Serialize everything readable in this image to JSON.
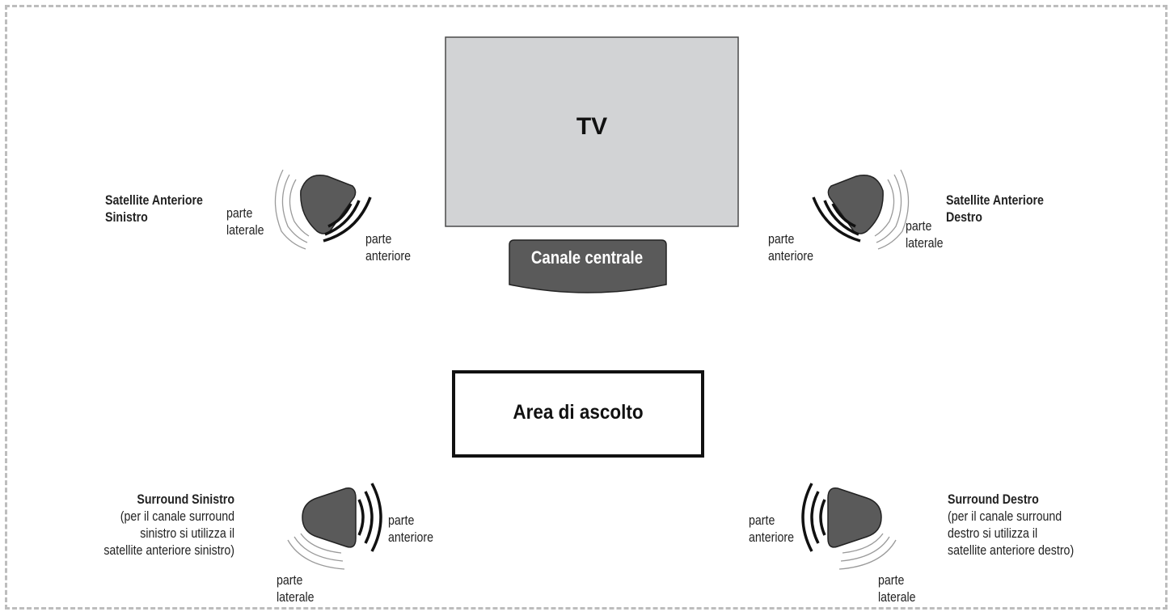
{
  "tv": {
    "label": "TV"
  },
  "center": {
    "label": "Canale centrale"
  },
  "listening_area": {
    "label": "Area di ascolto"
  },
  "front_left": {
    "title_line1": "Satellite Anteriore",
    "title_line2": "Sinistro",
    "side_line1": "parte",
    "side_line2": "laterale",
    "front_line1": "parte",
    "front_line2": "anteriore"
  },
  "front_right": {
    "title_line1": "Satellite Anteriore",
    "title_line2": "Destro",
    "side_line1": "parte",
    "side_line2": "laterale",
    "front_line1": "parte",
    "front_line2": "anteriore"
  },
  "surround_left": {
    "title": "Surround Sinistro",
    "note_line1": "(per il canale surround",
    "note_line2": "sinistro si utilizza il",
    "note_line3": "satellite anteriore sinistro)",
    "front_line1": "parte",
    "front_line2": "anteriore",
    "side_line1": "parte",
    "side_line2": "laterale"
  },
  "surround_right": {
    "title": "Surround Destro",
    "note_line1": "(per il canale surround",
    "note_line2": "destro si utilizza il",
    "note_line3": "satellite anteriore destro)",
    "front_line1": "parte",
    "front_line2": "anteriore",
    "side_line1": "parte",
    "side_line2": "laterale"
  },
  "colors": {
    "speaker": "#5a5a5a",
    "tv_fill": "#d2d3d5",
    "border": "#bdbdbd",
    "wave_light": "#9a9a9a",
    "wave_dark": "#111111"
  },
  "icons": [
    "speaker-icon",
    "sound-wave-icon"
  ]
}
